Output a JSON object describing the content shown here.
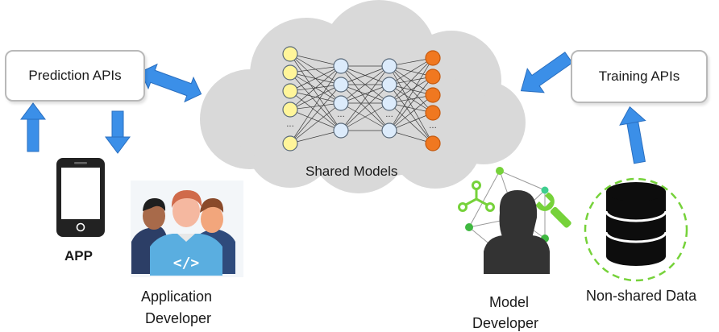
{
  "labels": {
    "prediction_apis": "Prediction APIs",
    "training_apis": "Training APIs",
    "shared_models": "Shared Models",
    "app": "APP",
    "application_developer_line1": "Application",
    "application_developer_line2": "Developer",
    "model_developer_line1": "Model",
    "model_developer_line2": "Developer",
    "non_shared_data": "Non-shared Data"
  },
  "colors": {
    "cloud": "#d9d9d9",
    "arrow_blue": "#3b8fe8",
    "input_node": "#fff59a",
    "hidden_node": "#dcebfb",
    "output_node": "#f07820",
    "accent_green": "#76d23a",
    "dev_blue": "#4aa3d8"
  },
  "icons": {
    "phone": "smartphone-icon",
    "team": "developer-team-icon",
    "model_dev": "model-developer-icon",
    "database": "database-icon",
    "network": "neural-network-icon"
  }
}
